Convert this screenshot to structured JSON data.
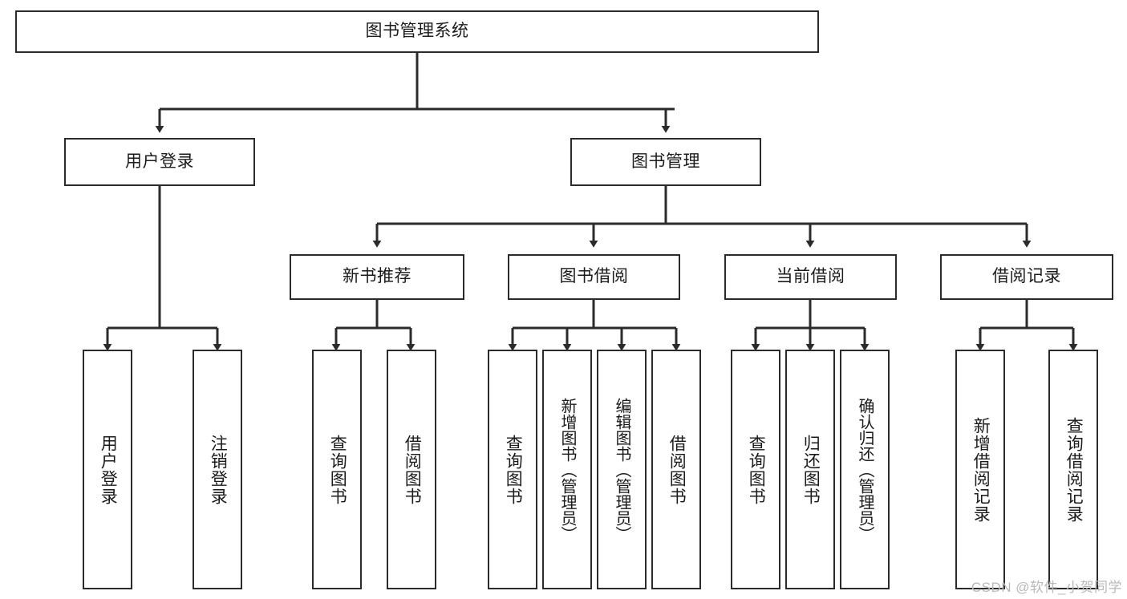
{
  "diagram": {
    "title": "图书管理系统",
    "root": {
      "label": "图书管理系统"
    },
    "level2": [
      {
        "label": "用户登录"
      },
      {
        "label": "图书管理"
      }
    ],
    "level3": [
      {
        "label": "新书推荐"
      },
      {
        "label": "图书借阅"
      },
      {
        "label": "当前借阅"
      },
      {
        "label": "借阅记录"
      }
    ],
    "leaves": [
      {
        "label": "用户登录",
        "parent": "用户登录"
      },
      {
        "label": "注销登录",
        "parent": "用户登录"
      },
      {
        "label": "查询图书",
        "parent": "新书推荐"
      },
      {
        "label": "借阅图书",
        "parent": "新书推荐"
      },
      {
        "label": "查询图书",
        "parent": "图书借阅"
      },
      {
        "label": "新增图书（管理员）",
        "parent": "图书借阅"
      },
      {
        "label": "编辑图书（管理员）",
        "parent": "图书借阅"
      },
      {
        "label": "借阅图书",
        "parent": "图书借阅"
      },
      {
        "label": "查询图书",
        "parent": "当前借阅"
      },
      {
        "label": "归还图书",
        "parent": "当前借阅"
      },
      {
        "label": "确认归还（管理员）",
        "parent": "当前借阅"
      },
      {
        "label": "新增借阅记录",
        "parent": "借阅记录"
      },
      {
        "label": "查询借阅记录",
        "parent": "借阅记录"
      }
    ]
  },
  "watermark": {
    "text": "CSDN @软件_小贺同学"
  },
  "colors": {
    "stroke": "#2b2b2b",
    "background": "#ffffff",
    "text": "#1b1b1b",
    "watermark": "#b9b9b9"
  }
}
